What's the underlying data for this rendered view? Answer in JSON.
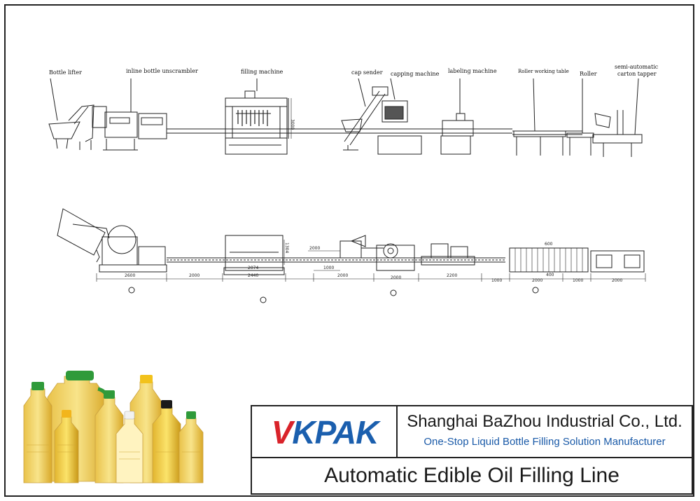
{
  "diagram": {
    "top_line_labels": {
      "bottle_lifter": "Bottle lifter",
      "unscrambler": "inline bottle unscrambler",
      "filling": "filling machine",
      "cap_sender": "cap sender",
      "capping": "capping machine",
      "labeling": "labeling machine",
      "roller_table": "Roller working table",
      "roller": "Roller",
      "tapper_1": "semi-automatic",
      "tapper_2": "carton tapper",
      "filler_height": "3000"
    },
    "plan_dimensions": {
      "d1": "2600",
      "d2": "2000",
      "d3": "2440",
      "d3b": "2074",
      "d4": "2000",
      "d4b": "1000",
      "d4c": "2000",
      "d5": "2000",
      "d6": "2200",
      "d7": "1000",
      "d8": "2000",
      "d8b": "400",
      "d8c": "600",
      "d9": "1000",
      "d10": "2000",
      "v1": "1304"
    }
  },
  "title_block": {
    "logo": "VKPAK",
    "company_name": "Shanghai BaZhou Industrial Co., Ltd.",
    "tagline": "One-Stop Liquid Bottle Filling Solution Manufacturer",
    "line_title": "Automatic Edible Oil Filling Line",
    "colors": {
      "logo_red": "#d9232a",
      "logo_blue": "#1b5fae",
      "tagline_blue": "#1a5aa8"
    }
  }
}
